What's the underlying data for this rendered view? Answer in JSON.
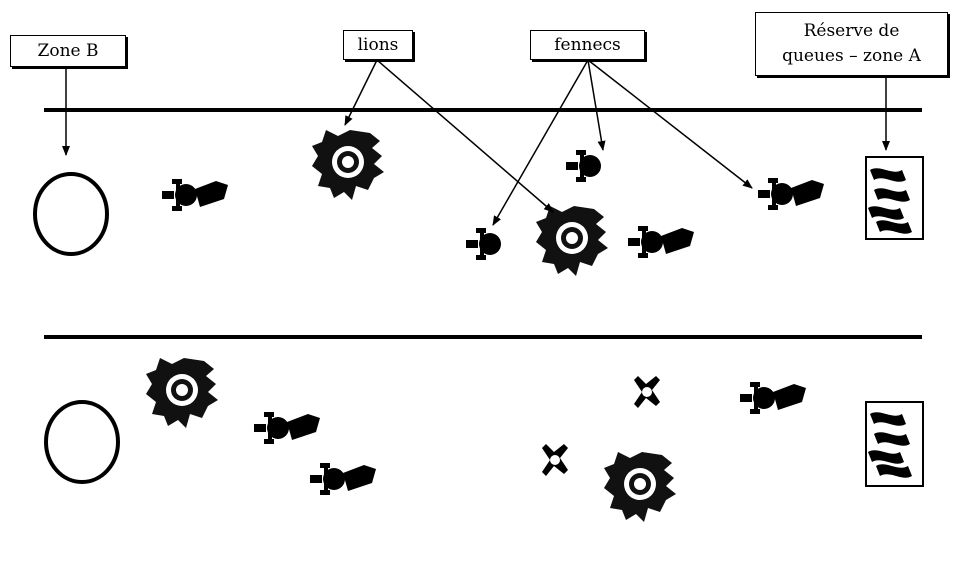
{
  "labels": {
    "zone_b": "Zone B",
    "lions": "lions",
    "fennecs": "fennecs",
    "reserve_line1": "Réserve de",
    "reserve_line2": "queues – zone A"
  },
  "colors": {
    "ink": "#000000",
    "background": "#ffffff"
  },
  "icons": {
    "lion": "lion-topdown-icon",
    "fennec": "fennec-with-tail-icon",
    "fennec_tailless": "fennec-no-tail-icon",
    "zone": "zone-circle",
    "reserve": "tail-reserve-box"
  }
}
